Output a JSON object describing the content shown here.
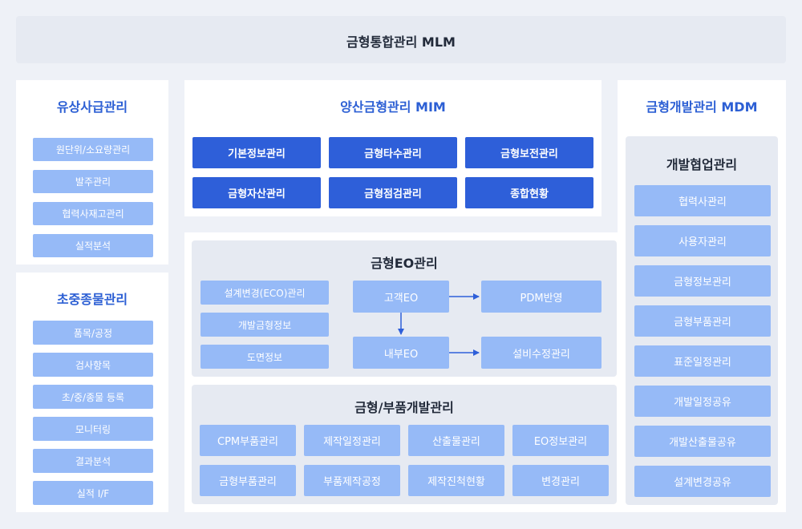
{
  "header": {
    "title": "금형통합관리 MLM"
  },
  "left_top": {
    "title": "유상사급관리",
    "items": [
      "원단위/소요량관리",
      "발주관리",
      "협력사재고관리",
      "실적분석"
    ]
  },
  "left_bottom": {
    "title": "초중종물관리",
    "items": [
      "품목/공정",
      "검사항목",
      "초/중/종물 등록",
      "모니터링",
      "결과분석",
      "실적 I/F"
    ]
  },
  "mim": {
    "title": "양산금형관리 MIM",
    "items": [
      "기본정보관리",
      "금형타수관리",
      "금형보전관리",
      "금형자산관리",
      "금형점검관리",
      "종합현황"
    ]
  },
  "eo": {
    "title": "금형EO관리",
    "left_items": [
      "설계변경(ECO)관리",
      "개발금형정보",
      "도면정보"
    ],
    "flow": {
      "customer_eo": "고객EO",
      "pdm": "PDM반영",
      "internal_eo": "내부EO",
      "facility": "설비수정관리"
    }
  },
  "parts": {
    "title": "금형/부품개발관리",
    "items": [
      "CPM부품관리",
      "제작일정관리",
      "산출물관리",
      "EO정보관리",
      "금형부품관리",
      "부품제작공정",
      "제작진척현황",
      "변경관리"
    ]
  },
  "mdm": {
    "title": "금형개발관리 MDM",
    "sub_title": "개발협업관리",
    "items": [
      "협력사관리",
      "사용자관리",
      "금형정보관리",
      "금형부품관리",
      "표준일정관리",
      "개발일정공유",
      "개발산출물공유",
      "설계변경공유"
    ]
  }
}
